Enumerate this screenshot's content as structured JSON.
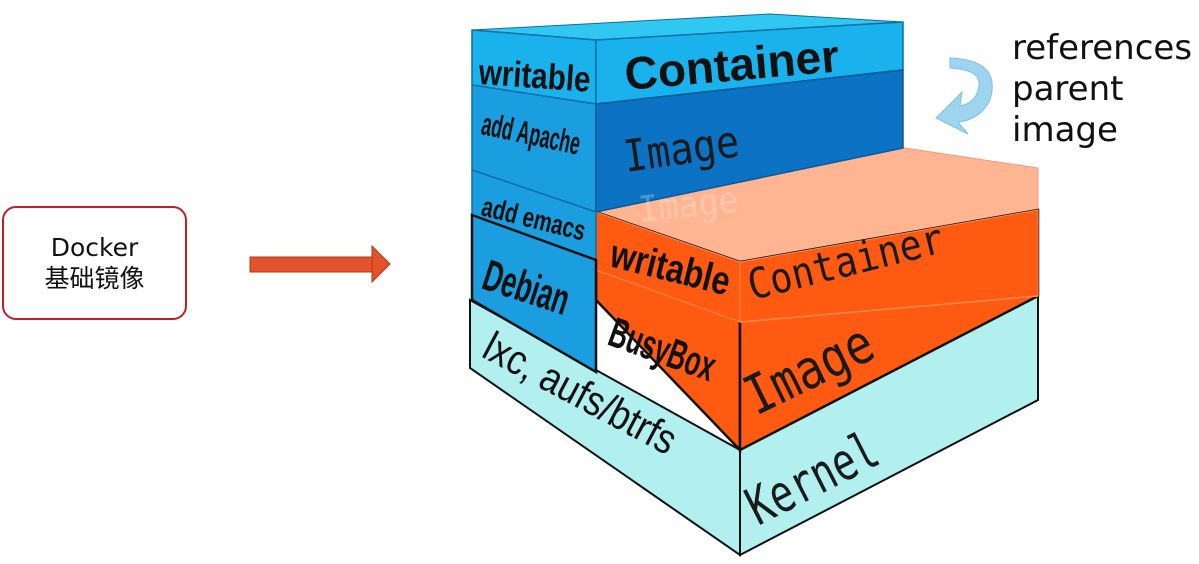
{
  "left_box": {
    "line1": "Docker",
    "line2": "基础镜像"
  },
  "note": {
    "line1": "references",
    "line2": "parent",
    "line3": "image"
  },
  "blue_stack": {
    "writable": "writable",
    "container": "Container",
    "add_apache": "add Apache",
    "image": "Image",
    "add_emacs": "add emacs",
    "debian": "Debian",
    "ghost_image": "Image"
  },
  "orange_stack": {
    "writable": "writable",
    "container": "Container",
    "busybox": "BusyBox",
    "image": "Image"
  },
  "base": {
    "lxc": "lxc, aufs/btrfs",
    "kernel": "Kernel"
  },
  "colors": {
    "blue_light": "#1ab2ec",
    "blue_dark": "#0b72c4",
    "cyan_top": "#30c8f0",
    "orange": "#ff5a12",
    "orange_dark": "#e8480c",
    "base": "#b2f0f0",
    "arrow": "#e2532b",
    "box_border": "#c0202a"
  }
}
